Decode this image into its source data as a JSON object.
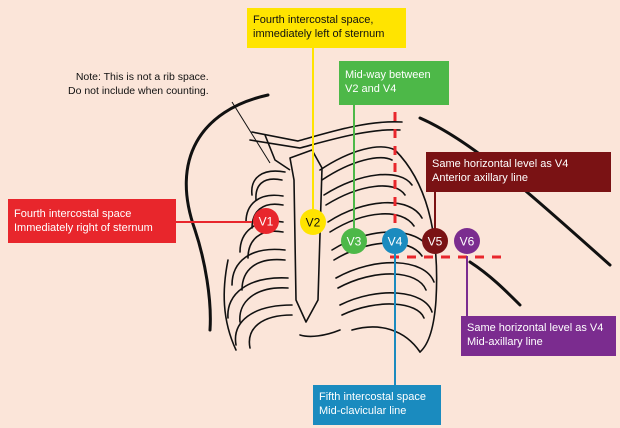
{
  "colors": {
    "background": "#fbe5d9",
    "v1": "#e8262c",
    "v2": "#ffe400",
    "v3": "#4db848",
    "v4": "#1a8bbf",
    "v5": "#7a1214",
    "v6": "#7b2c8f",
    "midline": "#e8262c"
  },
  "note": {
    "line1": "Note: This is not a rib space.",
    "line2": "Do not include when counting."
  },
  "leads": [
    {
      "id": "v1",
      "label": "V1",
      "line1": "Fourth intercostal space",
      "line2": "Immediately right of sternum"
    },
    {
      "id": "v2",
      "label": "V2",
      "line1": "Fourth intercostal space,",
      "line2": "immediately left of sternum"
    },
    {
      "id": "v3",
      "label": "V3",
      "line1": "Mid-way   between",
      "line2": "V2 and V4"
    },
    {
      "id": "v4",
      "label": "V4",
      "line1": "Fifth  intercostal  space",
      "line2": "Mid-clavicular line"
    },
    {
      "id": "v5",
      "label": "V5",
      "line1": "Same horizontal level as V4",
      "line2": "Anterior axillary line"
    },
    {
      "id": "v6",
      "label": "V6",
      "line1": "Same horizontal level as V4",
      "line2": "Mid-axillary line"
    }
  ]
}
